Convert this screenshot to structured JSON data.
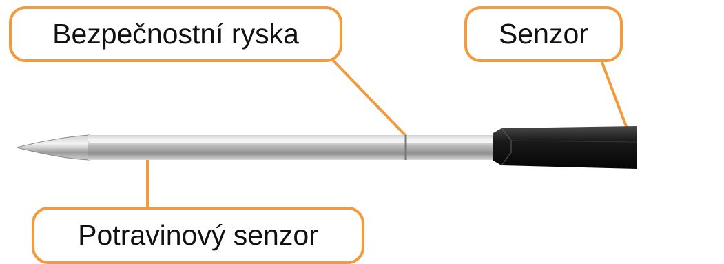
{
  "labels": {
    "safety_line": "Bezpečnostní ryska",
    "sensor": "Senzor",
    "food_sensor": "Potravinový senzor"
  },
  "colors": {
    "callout_orange": "#f39a3d",
    "handle_black": "#111111",
    "steel_light": "#f2f2f2",
    "steel_dark": "#8b8b8b"
  }
}
